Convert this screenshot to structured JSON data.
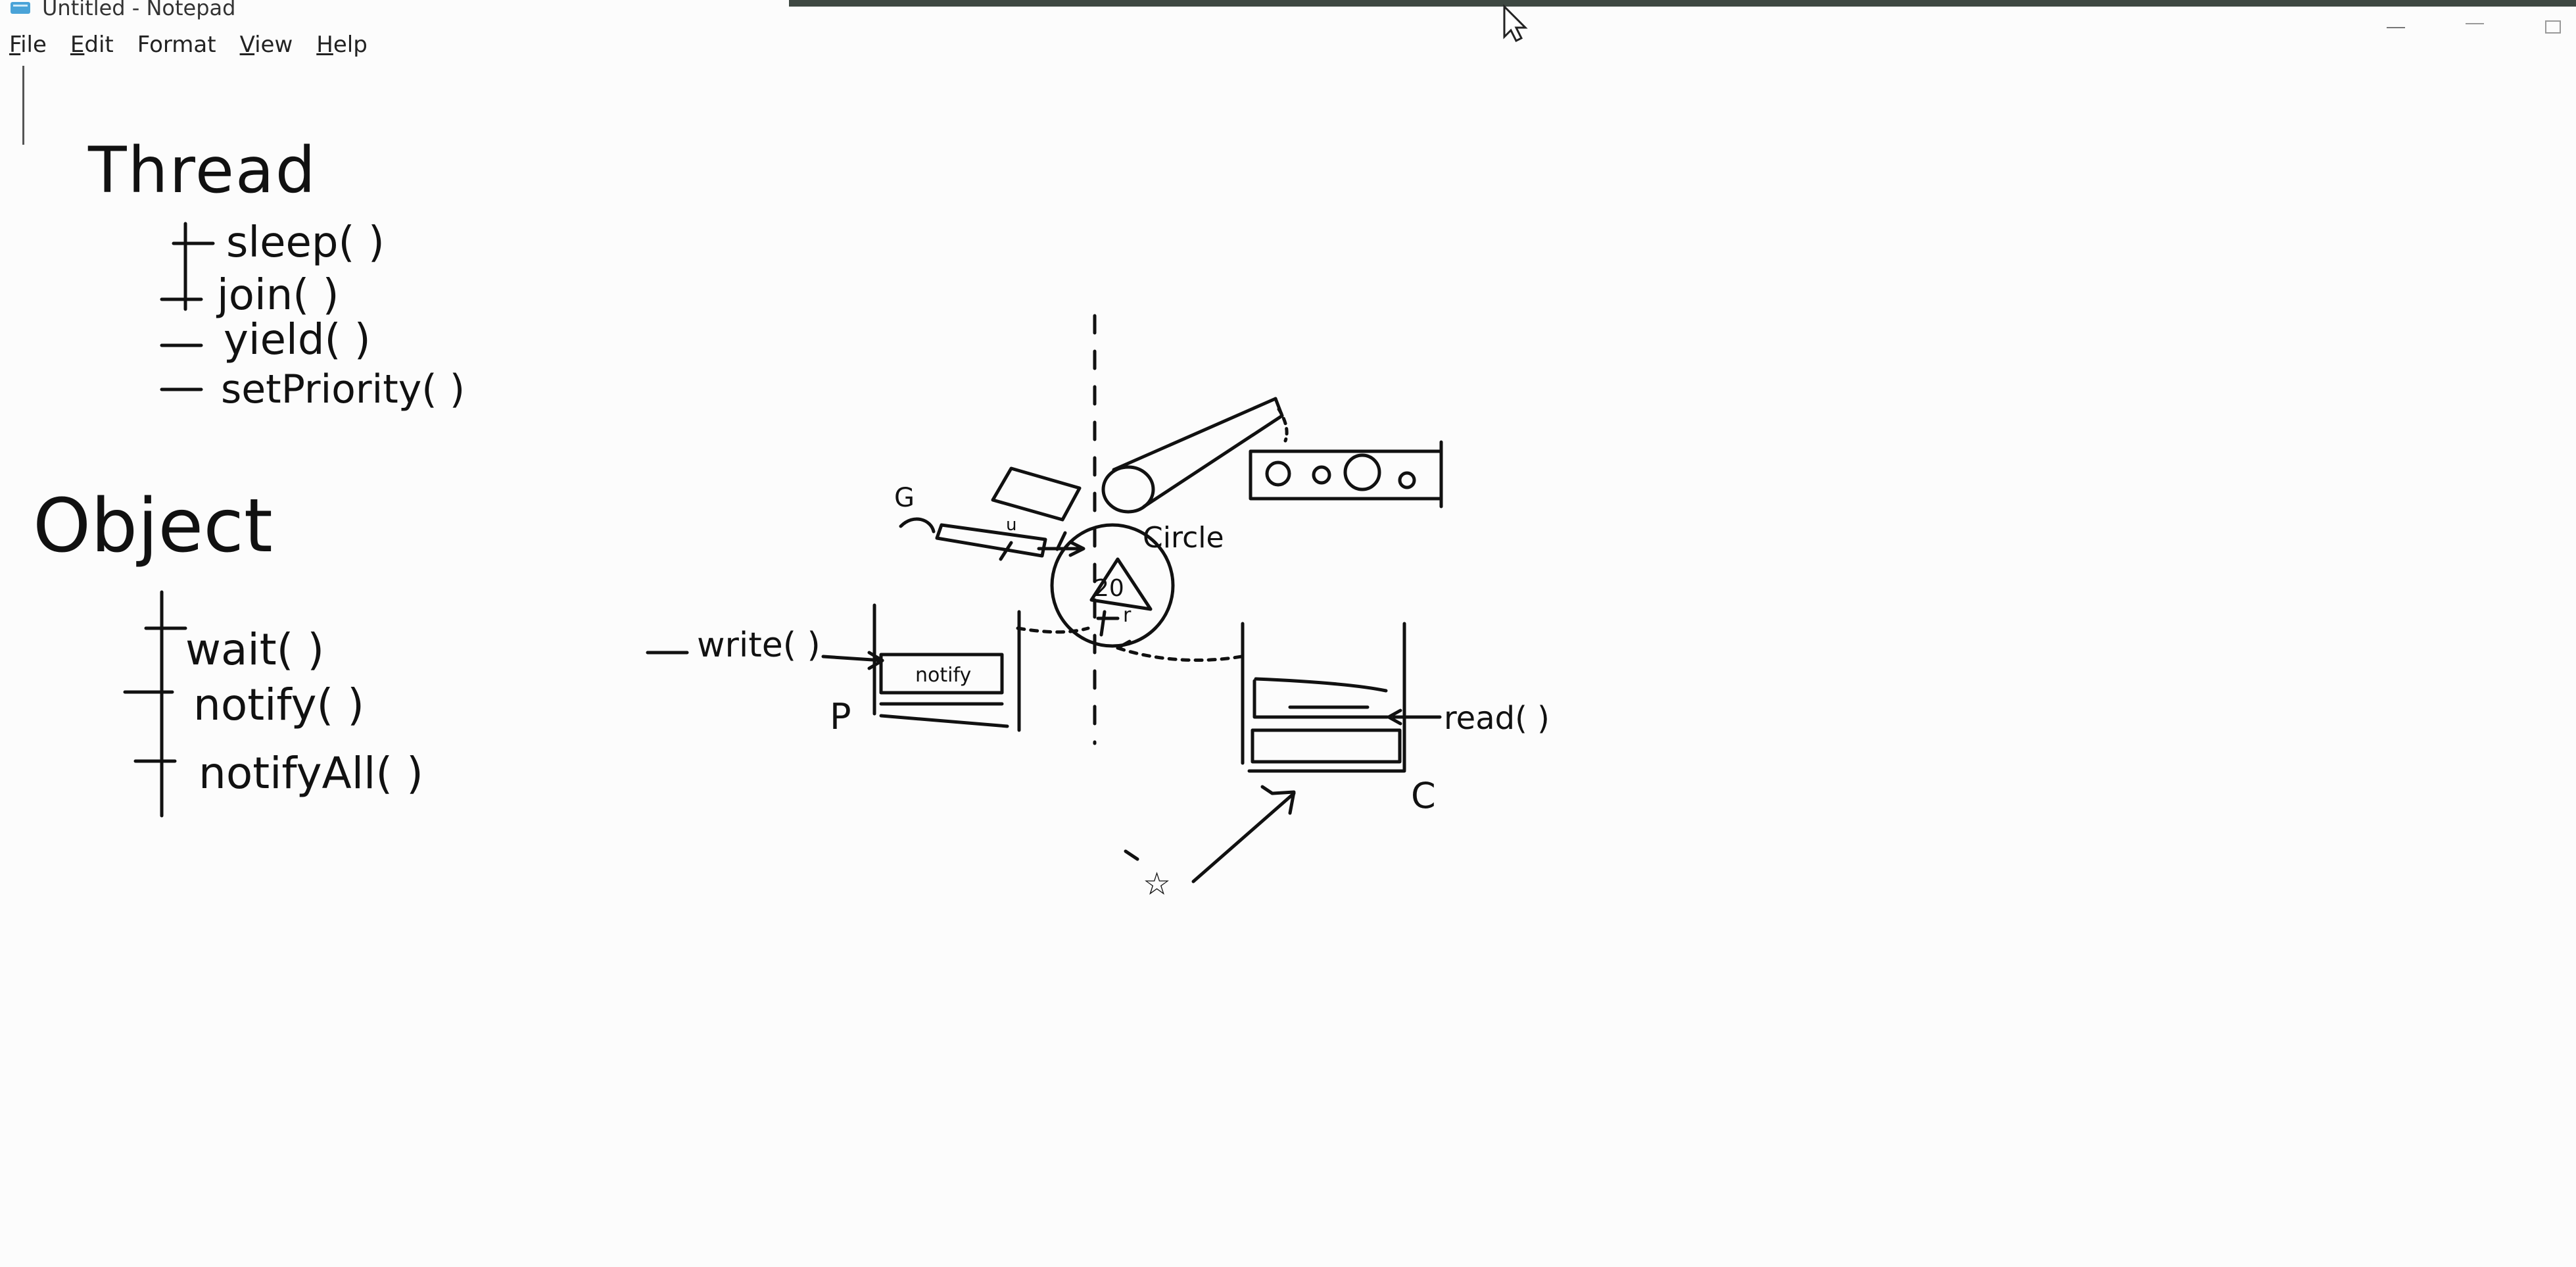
{
  "window": {
    "title": "Untitled - Notepad",
    "app_icon": "notepad-icon"
  },
  "menu": {
    "items": [
      {
        "mnemonic": "F",
        "rest": "ile"
      },
      {
        "mnemonic": "E",
        "rest": "dit"
      },
      {
        "mnemonic": "F",
        "rest": "ormat",
        "prefix": "",
        "underline_index": 1
      },
      {
        "mnemonic": "V",
        "rest": "iew"
      },
      {
        "mnemonic": "H",
        "rest": "elp"
      }
    ]
  },
  "notes": {
    "thread_heading": "Thread",
    "thread_methods": [
      "sleep( )",
      "join( )",
      "yield( )",
      "setPriority( )"
    ],
    "object_heading": "Object",
    "object_methods": [
      "wait(  )",
      "notify(  )",
      "notifyAll( )"
    ]
  },
  "diagram": {
    "circle_label": "Circle",
    "circle_value": "20",
    "circle_sub": "r",
    "box_label": "notify",
    "write_label": "write( )",
    "read_label": "read( )",
    "producer_label": "P",
    "consumer_label": "C",
    "gen_label": "G",
    "item_label": "u",
    "star_symbol": "☆"
  },
  "colors": {
    "ink": "#111111",
    "titlebar_dark": "#3e4842",
    "icon_blue": "#4aa3d8"
  }
}
